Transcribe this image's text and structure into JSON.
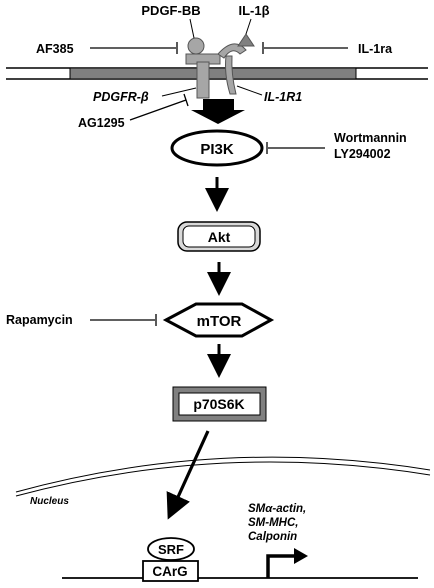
{
  "ligands": {
    "pdgf": "PDGF-BB",
    "il1b": "IL-1β"
  },
  "inhibitors": {
    "af385": "AF385",
    "il1ra": "IL-1ra",
    "ag1295": "AG1295",
    "wortmannin": "Wortmannin",
    "ly": "LY294002",
    "rapamycin": "Rapamycin"
  },
  "receptors": {
    "pdgfr": "PDGFR-β",
    "il1r1": "IL-1R1"
  },
  "nodes": {
    "pi3k": "PI3K",
    "akt": "Akt",
    "mtor": "mTOR",
    "p70": "p70S6K",
    "srf": "SRF",
    "carg": "CArG"
  },
  "nucleus": "Nucleus",
  "targets": [
    "SMα-actin,",
    "SM-MHC,",
    "Calponin"
  ],
  "colors": {
    "membrane": "#808080",
    "receptor": "#a6a6a6",
    "line": "#000000",
    "akt_fill": "#d9d9d9",
    "p70_border": "#808080"
  }
}
